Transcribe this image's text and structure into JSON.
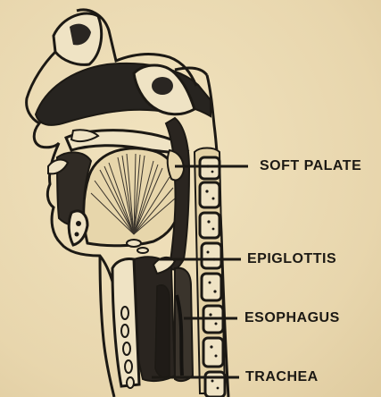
{
  "labels": {
    "soft_palate": "SOFT PALATE",
    "epiglottis": "EPIGLOTTIS",
    "esophagus": "ESOPHAGUS",
    "trachea": "TRACHEA"
  },
  "colors": {
    "paper": "#ebdcb4",
    "ink": "#1c1914",
    "bone": "#efe3c4"
  }
}
